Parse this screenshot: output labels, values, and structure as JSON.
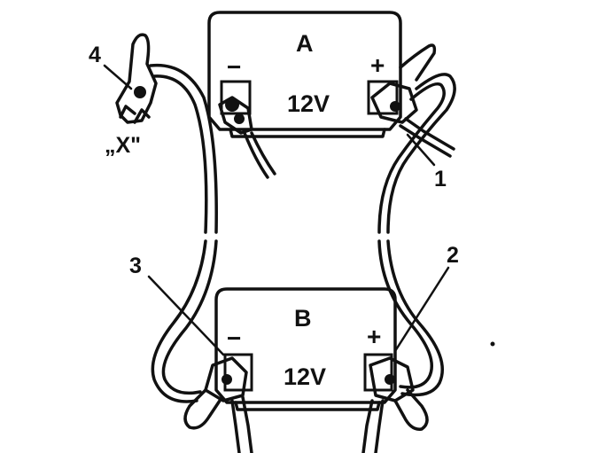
{
  "battery_a": {
    "name": "A",
    "voltage": "12V",
    "minus": "−",
    "plus": "+"
  },
  "battery_b": {
    "name": "B",
    "voltage": "12V",
    "minus": "−",
    "plus": "+"
  },
  "labels": {
    "clamp_1": "1",
    "clamp_2": "2",
    "clamp_3": "3",
    "clamp_4": "4",
    "ground_point": "„X\""
  },
  "colors": {
    "ink": "#111111",
    "background": "#ffffff"
  }
}
